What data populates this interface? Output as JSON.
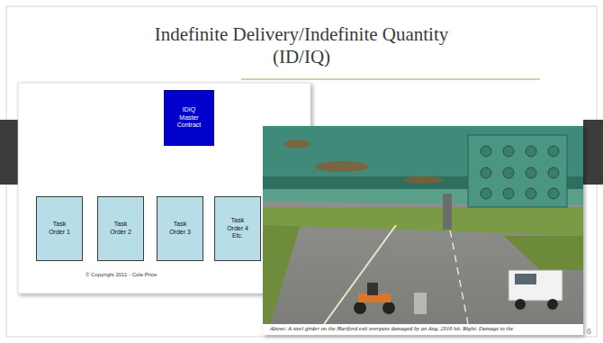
{
  "diagram": {
    "title": "Indefinite Delivery/Indefinite Quantity (ID/IQ)",
    "nodes": [
      {
        "text": [
          "IDIQ Master Contract"
        ]
      },
      {
        "text": [
          "Task Order 1"
        ]
      },
      {
        "text": [
          "Task Order 2"
        ]
      },
      {
        "text": [
          "Task Order 3"
        ]
      },
      {
        "text": [
          "Task Order 4 Etc."
        ]
      }
    ],
    "labels": [
      "© Copyright 2011 - Cole Price",
      "Above: A steel girder on the Hartford exit overpass damaged by an Aug. 2016 hit. Right: Damage to the",
      "6"
    ]
  }
}
